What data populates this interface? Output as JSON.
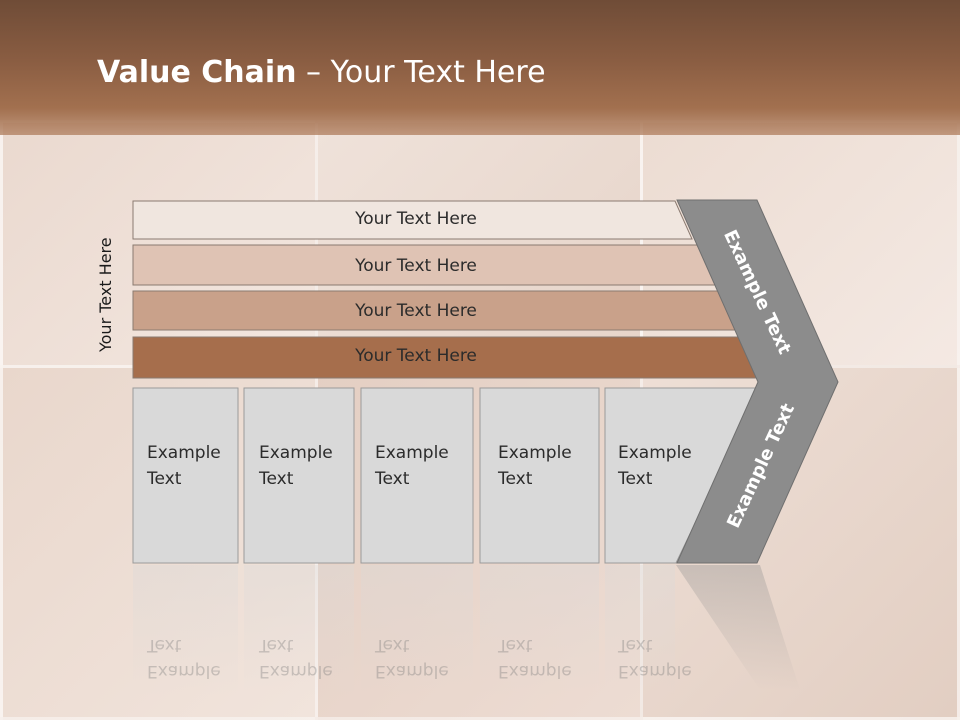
{
  "title": {
    "bold": "Value Chain",
    "rest": " – Your Text Here"
  },
  "side_label": "Your Text Here",
  "bands": [
    {
      "label": "Your Text Here",
      "color": "#f0e6df"
    },
    {
      "label": "Your Text Here",
      "color": "#dfc3b4"
    },
    {
      "label": "Your Text Here",
      "color": "#c9a18a"
    },
    {
      "label": "Your Text Here",
      "color": "#a66e4c"
    }
  ],
  "cells": [
    {
      "line1": "Example",
      "line2": "Text"
    },
    {
      "line1": "Example",
      "line2": "Text"
    },
    {
      "line1": "Example",
      "line2": "Text"
    },
    {
      "line1": "Example",
      "line2": "Text"
    },
    {
      "line1": "Example",
      "line2": "Text"
    }
  ],
  "chevron_top": "Example Text",
  "chevron_bottom": "Example Text",
  "colors": {
    "header": "#8a5d42",
    "chevron": "#8c8c8c",
    "cell": "#d9d9d9"
  }
}
